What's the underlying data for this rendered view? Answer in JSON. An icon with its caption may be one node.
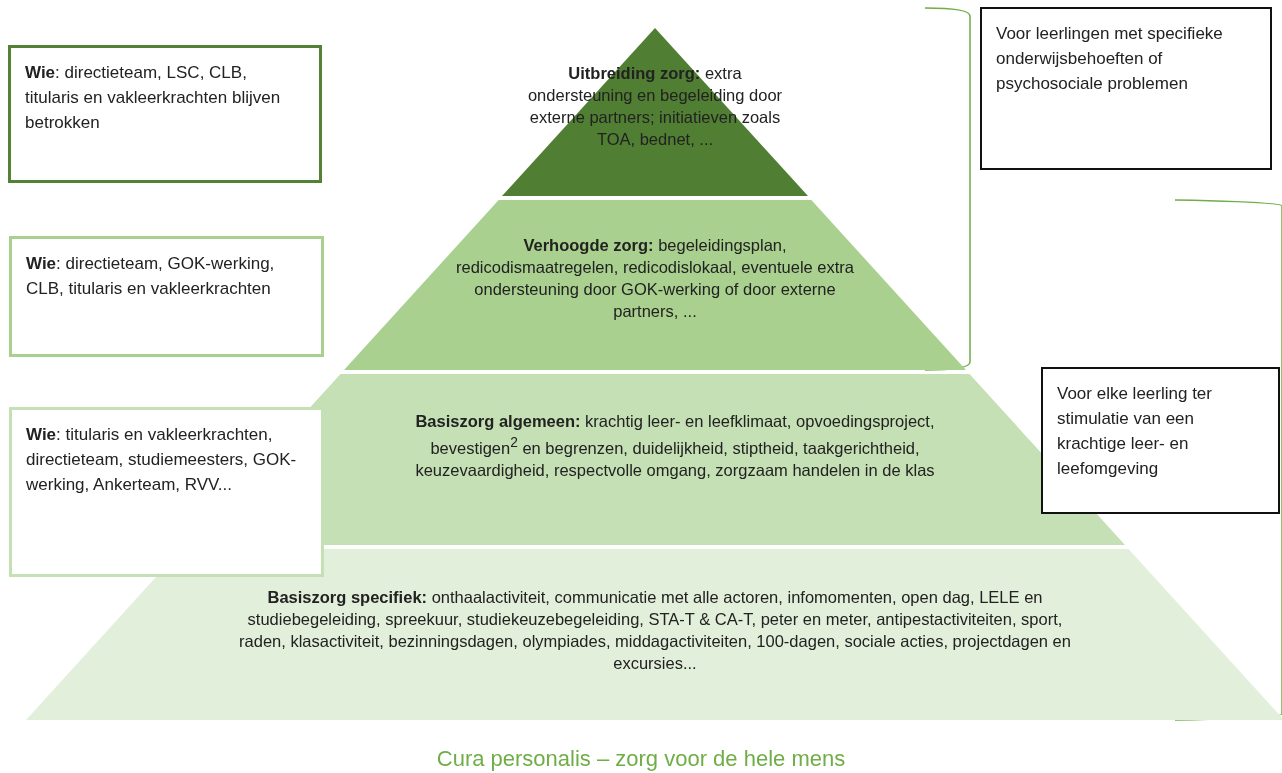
{
  "diagram": {
    "caption": "Cura personalis – zorg voor de hele mens",
    "nodes": [
      {
        "text": [
          "**Wie**: directieteam, LSC, CLB, titularis en vakleerkrachten blijven betrokken"
        ]
      },
      {
        "text": [
          "**Uitbreiding zorg:** extra ondersteuning en begeleiding door externe partners; initiatieven zoals TOA, bednet, ..."
        ]
      },
      {
        "text": [
          "Voor leerlingen met specifieke onderwijsbehoeften of psychosociale problemen"
        ]
      },
      {
        "text": [
          "**Wie**: directieteam, GOK-werking, CLB, titularis en vakleerkrachten"
        ]
      },
      {
        "text": [
          "**Verhoogde zorg:** begeleidingsplan, redicodismaatregelen, redicodislokaal, eventuele extra ondersteuning door GOK-werking of door externe partners, ..."
        ]
      },
      {
        "text": [
          "Voor elke leerling ter stimulatie van een krachtige leer- en leefomgeving"
        ]
      },
      {
        "text": [
          "**Wie**: titularis en vakleerkrachten, directieteam, studiemeesters, GOK-werking, Ankerteam, RVV..."
        ]
      },
      {
        "text": [
          "**Basiszorg algemeen:** krachtig leer- en leefklimaat, opvoedingsproject, bevestigen$^{2}$ en begrenzen, duidelijkheid, stiptheid, taakgerichtheid, keuzevaardigheid, respectvolle omgang, zorgzaam handelen in de klas"
        ]
      },
      {
        "text": [
          "**Basiszorg specifiek:** onthaalactiviteit, communicatie met alle actoren, infomomenten, open dag, LELE en studiebegeleiding, spreekuur, studiekeuzebegeleiding, STA-T & CA-T, peter en meter, antipestactiviteiten, sport, raden, klasactiviteit, bezinningsdagen, olympiades, middagactiviteiten, 100-dagen, sociale acties, projectdagen en excursies..."
        ]
      }
    ],
    "edges": []
  }
}
